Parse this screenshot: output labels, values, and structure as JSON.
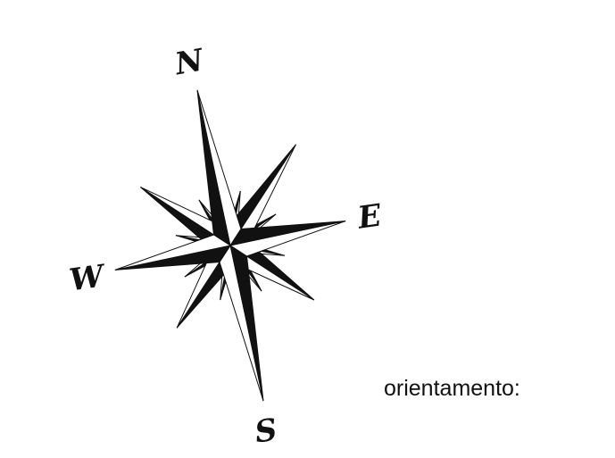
{
  "compass": {
    "north_label": "N",
    "east_label": "E",
    "south_label": "S",
    "west_label": "W",
    "rotation_deg": -12,
    "ink_color": "#111111",
    "background_color": "#ffffff"
  },
  "caption": {
    "text": "orientamento:"
  }
}
